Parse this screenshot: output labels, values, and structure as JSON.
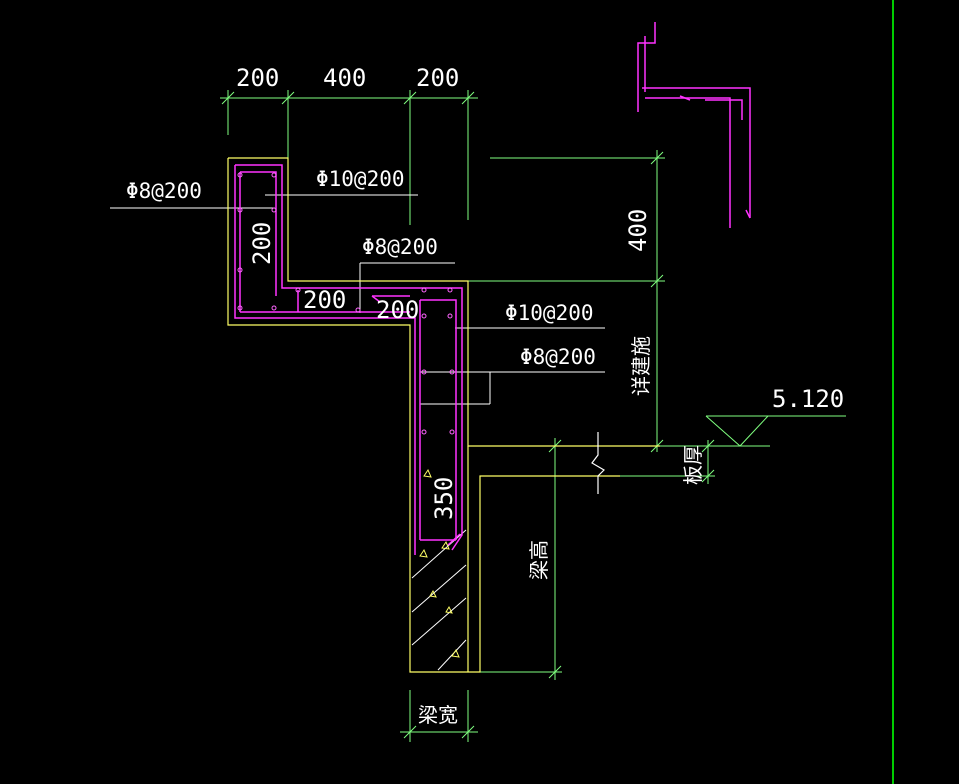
{
  "dimensions": {
    "top_left": "200",
    "top_middle": "400",
    "top_right": "200",
    "height_right": "400",
    "upper_vertical": "200",
    "ledge_left": "200",
    "ledge_right": "200",
    "beam_height_inner": "350"
  },
  "rebar_labels": {
    "upper_stirrup": "Φ8@200",
    "upper_main": "Φ10@200",
    "ledge": "Φ8@200",
    "right_main": "Φ10@200",
    "right_stirrup": "Φ8@200"
  },
  "labels": {
    "elevation": "5.120",
    "parapet_height": "详建施",
    "slab_thickness": "板厚",
    "beam_height": "梁高",
    "beam_width": "梁宽"
  },
  "colors": {
    "background": "#000000",
    "dimension": "#7fff7f",
    "outline": "#ffff66",
    "rebar": "#ff33ff",
    "text": "#ffffff",
    "border": "#00cc00"
  }
}
